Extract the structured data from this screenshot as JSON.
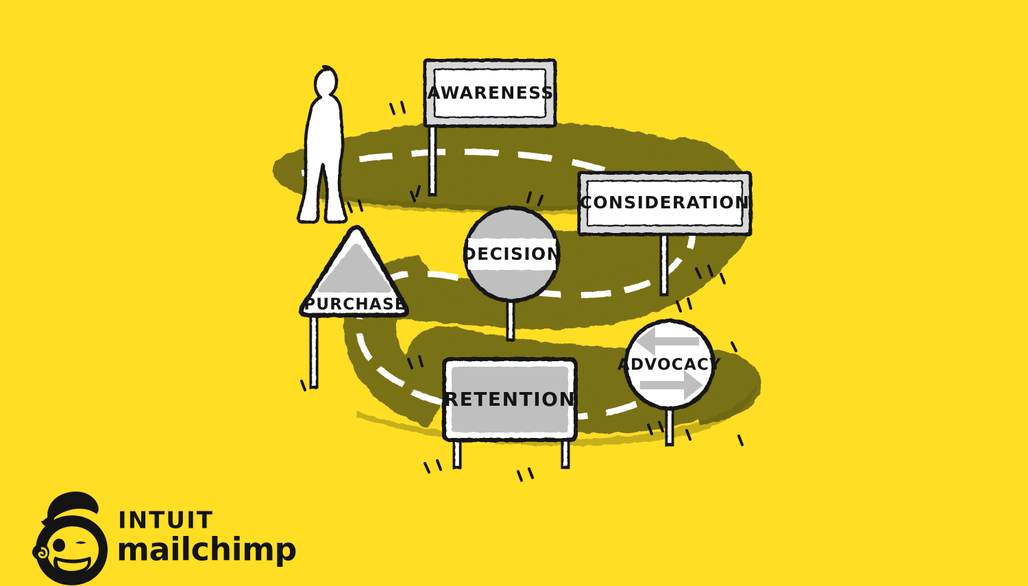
{
  "illustration": {
    "title": "Customer Journey Road Signs",
    "style": "hand-drawn marker illustration",
    "background_color": "#FFDE23",
    "road_color": "#7D7512",
    "road_shadow_color": "#6B6410",
    "lane_marking_color": "#FFFFFF",
    "ink_color": "#141414",
    "gray_panel_color": "#BFBFBF",
    "light_gray_frame_color": "#D8D8D8",
    "white_panel_color": "#FFFFFF"
  },
  "traveler": {
    "label": "person-silhouette",
    "description": "standing figure at the start of the road",
    "fill_color": "#FFFFFF",
    "outline_color": "#141414"
  },
  "stages": [
    {
      "id": "awareness",
      "label": "AWARENESS",
      "sign_type": "rectangular-billboard",
      "panel_fill": "#FFFFFF",
      "frame_fill": "#D8D8D8",
      "order": 1,
      "posts": 1
    },
    {
      "id": "consideration",
      "label": "CONSIDERATION",
      "sign_type": "rectangular-billboard",
      "panel_fill": "#FFFFFF",
      "frame_fill": "#D8D8D8",
      "order": 2,
      "posts": 1
    },
    {
      "id": "decision",
      "label": "DECISION",
      "sign_type": "circular-sign",
      "panel_fill": "#BFBFBF",
      "band_fill": "#FFFFFF",
      "order": 3,
      "posts": 1
    },
    {
      "id": "purchase",
      "label": "PURCHASE",
      "sign_type": "triangular-warning-sign",
      "panel_fill": "#FFFFFF",
      "inner_fill": "#BFBFBF",
      "order": 4,
      "posts": 1
    },
    {
      "id": "retention",
      "label": "RETENTION",
      "sign_type": "rectangular-board",
      "panel_fill": "#BFBFBF",
      "frame_fill": "#FFFFFF",
      "order": 5,
      "posts": 2
    },
    {
      "id": "advocacy",
      "label": "ADVOCACY",
      "sign_type": "circular-sign-with-arrows",
      "panel_fill": "#FFFFFF",
      "arrow_fill": "#BFBFBF",
      "arrows": [
        "arrow-left",
        "arrow-right"
      ],
      "order": 6,
      "posts": 1
    }
  ],
  "brand": {
    "logo_name": "intuit-mailchimp-logo",
    "mascot": "freddie-monkey-mascot",
    "line1": "INTUIT",
    "line2": "mailchimp",
    "color": "#141414"
  }
}
